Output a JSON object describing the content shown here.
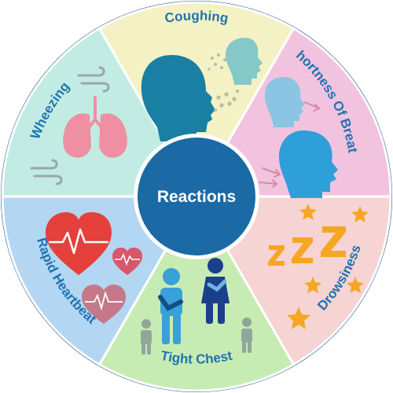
{
  "center": {
    "label": "Reactions",
    "color": "#1b6aa5"
  },
  "segments": [
    {
      "id": "coughing",
      "label": "Coughing",
      "color": "#f4f2c4",
      "icon": "coughing-heads-icon"
    },
    {
      "id": "shortness",
      "label": "Shortness Of Breath",
      "color": "#f2c3df",
      "icon": "breathing-heads-icon"
    },
    {
      "id": "drowsiness",
      "label": "Drowsiness",
      "color": "#f6d4d4",
      "icon": "moon-zzz-stars-icon"
    },
    {
      "id": "tight-chest",
      "label": "Tight Chest",
      "color": "#c7ecb3",
      "icon": "people-holding-chest-icon"
    },
    {
      "id": "rapid-heartbeat",
      "label": "Rapid Heartbeat",
      "color": "#b3d6f2",
      "icon": "heartbeat-hearts-icon"
    },
    {
      "id": "wheezing",
      "label": "Wheezing",
      "color": "#c2ece3",
      "icon": "lungs-wind-icon"
    }
  ],
  "colors": {
    "head_dark": "#197fa3",
    "head_light": "#84c8c8",
    "head_blue": "#2e9fd8",
    "lungs": "#ee8fa3",
    "heart": "#e5403c",
    "moon": "#f5a623",
    "person_blue": "#3aa0d8",
    "person_navy": "#1c3f8c",
    "outline": "#124f86"
  }
}
